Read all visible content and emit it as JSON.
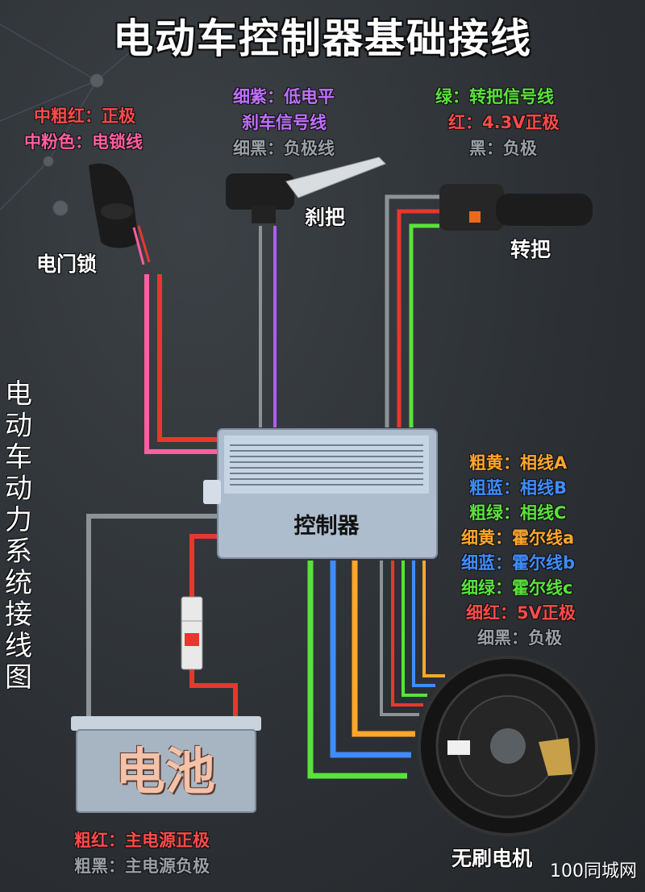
{
  "title": "电动车控制器基础接线",
  "side_title": [
    "电",
    "动",
    "车",
    "动",
    "力",
    "系",
    "统",
    "接",
    "线",
    "图"
  ],
  "lock": {
    "name": "电门锁",
    "lines": [
      {
        "key": "中粗红：",
        "val": "正极",
        "color": "#ff4a4a"
      },
      {
        "key": "中粉色：",
        "val": "电锁线",
        "color": "#ff5ea0"
      }
    ]
  },
  "brake": {
    "name": "刹把",
    "lines": [
      {
        "key": "细紫：",
        "val": "低电平",
        "color": "#c070ff"
      },
      {
        "key": "",
        "val": "刹车信号线",
        "color": "#c070ff"
      },
      {
        "key": "细黑：",
        "val": "负极线",
        "color": "#9aa0a6"
      }
    ]
  },
  "throttle": {
    "name": "转把",
    "lines": [
      {
        "key": "绿：",
        "val": "转把信号线",
        "color": "#59e23a"
      },
      {
        "key": "红：",
        "val": "4.3V正极",
        "color": "#ff4a4a"
      },
      {
        "key": "黑：",
        "val": "负极",
        "color": "#9aa0a6"
      }
    ]
  },
  "controller": {
    "name": "控制器"
  },
  "motor": {
    "name": "无刷电机",
    "lines": [
      {
        "key": "粗黄：",
        "val": "相线A",
        "color": "#ffa62b"
      },
      {
        "key": "粗蓝：",
        "val": "相线B",
        "color": "#3f8cff"
      },
      {
        "key": "粗绿：",
        "val": "相线C",
        "color": "#59e23a"
      },
      {
        "key": "细黄：",
        "val": "霍尔线a",
        "color": "#ffa62b"
      },
      {
        "key": "细蓝：",
        "val": "霍尔线b",
        "color": "#3f8cff"
      },
      {
        "key": "细绿：",
        "val": "霍尔线c",
        "color": "#59e23a"
      },
      {
        "key": "细红：",
        "val": "5V正极",
        "color": "#ff4a4a"
      },
      {
        "key": "细黑：",
        "val": "负极",
        "color": "#9aa0a6"
      }
    ]
  },
  "battery": {
    "name": "电池",
    "lines": [
      {
        "key": "粗红：",
        "val": "主电源正极",
        "color": "#ff4a4a"
      },
      {
        "key": "粗黑：",
        "val": "主电源负极",
        "color": "#9aa0a6"
      }
    ]
  },
  "watermark": "100同城网",
  "colors": {
    "red": "#e8372f",
    "pink": "#ff5ea0",
    "purple": "#b05cff",
    "gray": "#8d9297",
    "green": "#59e23a",
    "blue": "#3f8cff",
    "yellow": "#ffa62b"
  }
}
